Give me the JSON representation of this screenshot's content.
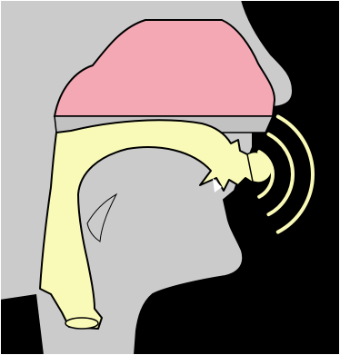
{
  "diagram": {
    "kind": "midsagittal vocal tract cross-section",
    "colors": {
      "background": "#000000",
      "head": "#cbcbcb",
      "nasal_cavity": "#f4a8b4",
      "airway": "#fafab8",
      "sound_waves": "#fafab8",
      "outline": "#000000",
      "border": "#ffffff"
    },
    "parts": [
      "head-silhouette",
      "nasal-cavity",
      "oral-cavity-and-pharynx",
      "lips",
      "sound-wave-arcs"
    ],
    "sound_wave_count": 3
  }
}
